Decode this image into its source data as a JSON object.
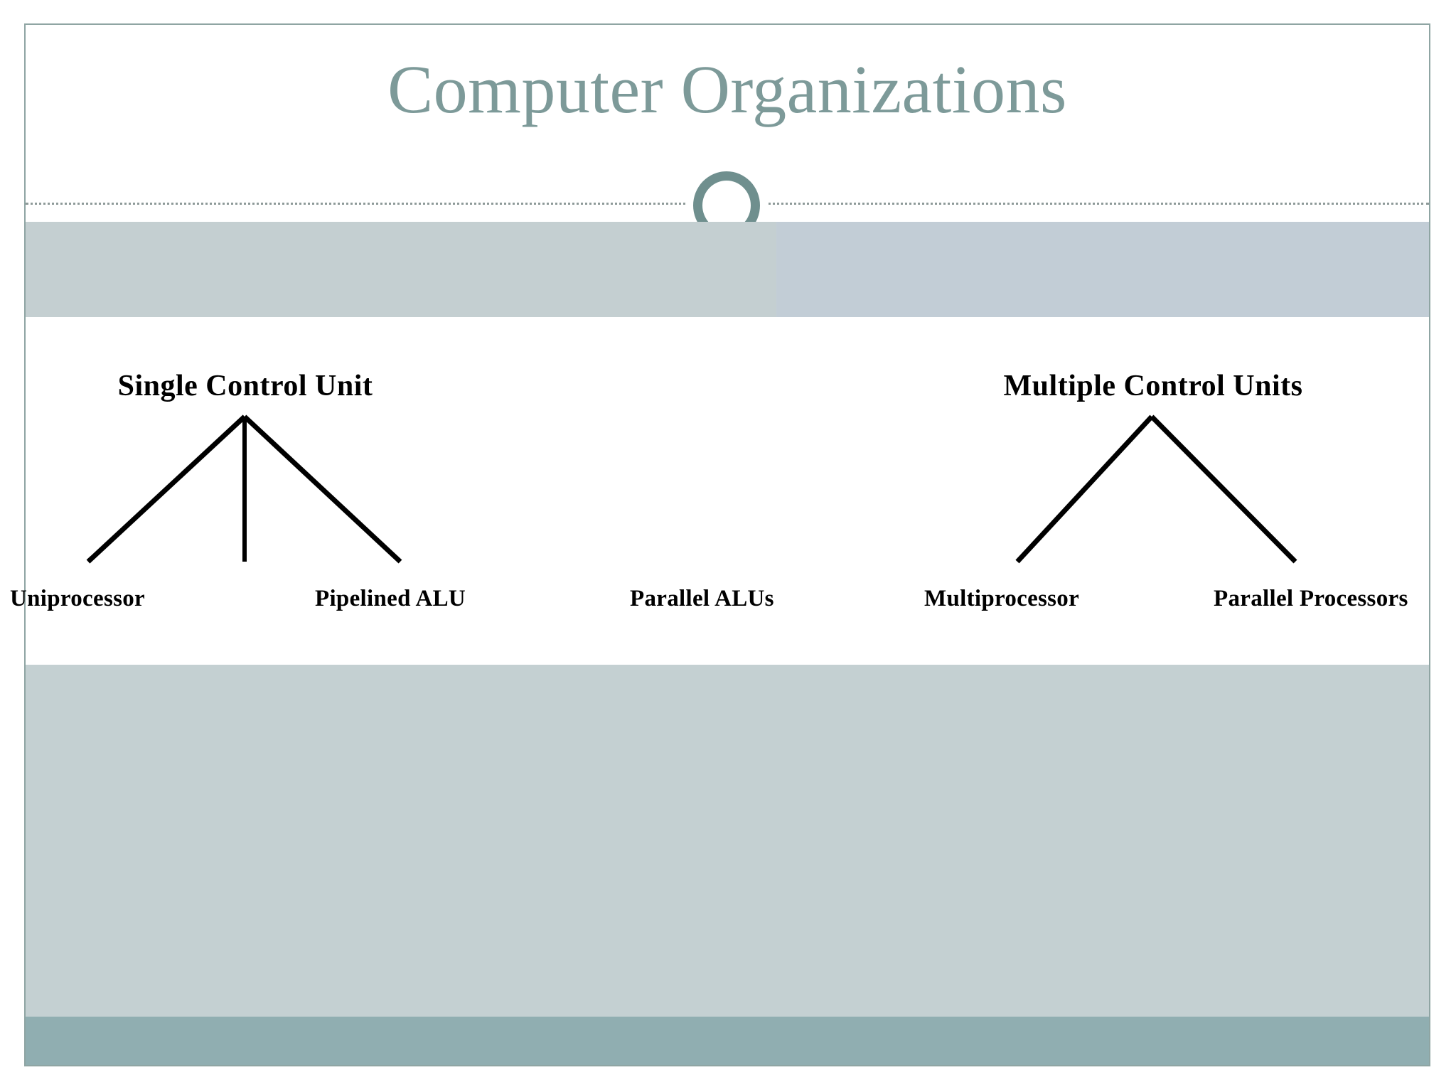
{
  "slide": {
    "title": "Computer Organizations",
    "accent_color": "#7d9a99",
    "ring_color": "#6f8f8e",
    "band_left_color": "#c4cfd1",
    "band_right_color": "#c2cdd6",
    "panel_color": "#c4d0d2",
    "footer_color": "#90aeb1",
    "frame_color": "#8fa5a3",
    "background_color": "#ffffff"
  },
  "diagram": {
    "type": "tree",
    "trees": [
      {
        "root": "Single Control Unit",
        "children": [
          "Uniprocessor",
          "Pipelined ALU",
          "Parallel ALUs"
        ]
      },
      {
        "root": "Multiple Control Units",
        "children": [
          "Multiprocessor",
          "Parallel Processors"
        ]
      }
    ]
  },
  "labels": {
    "root_left": "Single Control Unit",
    "root_right": "Multiple Control Units",
    "leaf_uniprocessor": "Uniprocessor",
    "leaf_pipelined_alu": "Pipelined ALU",
    "leaf_parallel_alus": "Parallel ALUs",
    "leaf_multiprocessor": "Multiprocessor",
    "leaf_parallel_processors": "Parallel Processors"
  }
}
